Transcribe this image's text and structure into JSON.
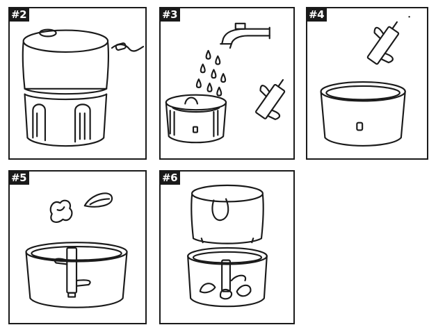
{
  "steps": [
    {
      "label": "#2"
    },
    {
      "label": "#3"
    },
    {
      "label": "#4"
    },
    {
      "label": "#5"
    },
    {
      "label": "#6"
    }
  ],
  "colors": {
    "line": "#1a1a1a",
    "background": "#ffffff"
  }
}
